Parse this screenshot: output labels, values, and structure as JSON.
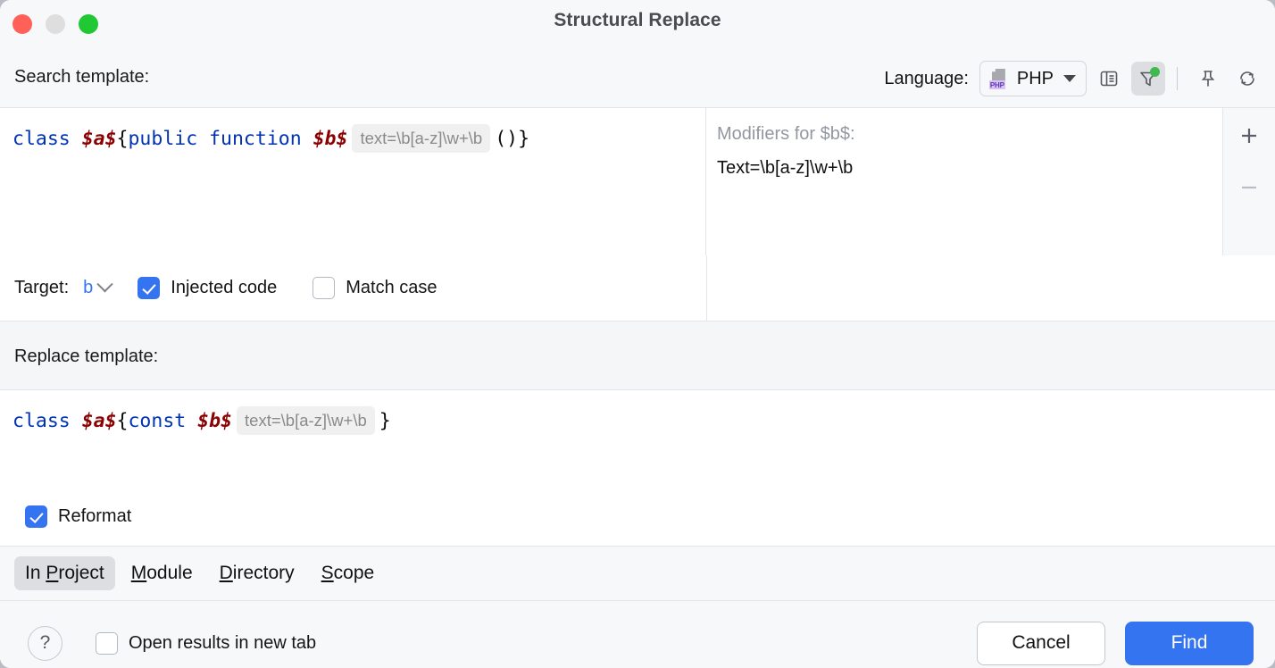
{
  "window": {
    "title": "Structural Replace",
    "traffic_lights": [
      "close-red",
      "minimize-yellow",
      "zoom-green"
    ]
  },
  "search_section": {
    "label": "Search template:",
    "language": {
      "label": "Language:",
      "value": "PHP",
      "icon_text": "PHP"
    },
    "toolbar": [
      {
        "name": "view-variables-panel-icon",
        "selected": false
      },
      {
        "name": "filter-icon",
        "selected": true,
        "badge": "green-dot"
      },
      {
        "name": "pin-icon",
        "selected": false
      },
      {
        "name": "reset-icon",
        "selected": false
      }
    ],
    "template": {
      "tokens": [
        {
          "text": "class",
          "type": "keyword"
        },
        {
          "text": " ",
          "type": "plain"
        },
        {
          "text": "$a$",
          "type": "variable"
        },
        {
          "text": " {",
          "type": "punct"
        },
        {
          "text": "public function",
          "type": "keyword"
        },
        {
          "text": " ",
          "type": "plain"
        },
        {
          "text": "$b$",
          "type": "variable"
        }
      ],
      "filter_badge": "text=\\b[a-z]\\w+\\b",
      "tail": "()}"
    },
    "modifiers": {
      "title": "Modifiers for $b$:",
      "value": "Text=\\b[a-z]\\w+\\b",
      "add_button": "+",
      "remove_button": "—"
    },
    "options": {
      "target_label": "Target:",
      "target_value": "b",
      "injected_code": {
        "label": "Injected code",
        "checked": true
      },
      "match_case": {
        "label": "Match case",
        "checked": false
      }
    }
  },
  "replace_section": {
    "label": "Replace template:",
    "template": {
      "tokens": [
        {
          "text": "class",
          "type": "keyword"
        },
        {
          "text": " ",
          "type": "plain"
        },
        {
          "text": "$a$",
          "type": "variable"
        },
        {
          "text": " {",
          "type": "punct"
        },
        {
          "text": "const",
          "type": "keyword"
        },
        {
          "text": " ",
          "type": "plain"
        },
        {
          "text": "$b$",
          "type": "variable"
        }
      ],
      "filter_badge": "text=\\b[a-z]\\w+\\b",
      "tail": "}"
    },
    "reformat": {
      "label": "Reformat",
      "checked": true
    }
  },
  "scope": {
    "tabs": [
      {
        "label": "In Project",
        "mnemonic": "P",
        "active": true
      },
      {
        "label": "Module",
        "mnemonic": "M",
        "active": false
      },
      {
        "label": "Directory",
        "mnemonic": "D",
        "active": false
      },
      {
        "label": "Scope",
        "mnemonic": "S",
        "active": false
      }
    ]
  },
  "footer": {
    "help": "?",
    "open_results_new_tab": {
      "label": "Open results in new tab",
      "checked": false
    },
    "cancel_label": "Cancel",
    "find_label": "Find"
  },
  "colors": {
    "accent": "#3574f0",
    "keyword": "#0033b3",
    "variable": "#8b0000",
    "badge_green": "#3fb950",
    "window_bg": "#f7f8fa",
    "editor_bg": "#ffffff"
  }
}
